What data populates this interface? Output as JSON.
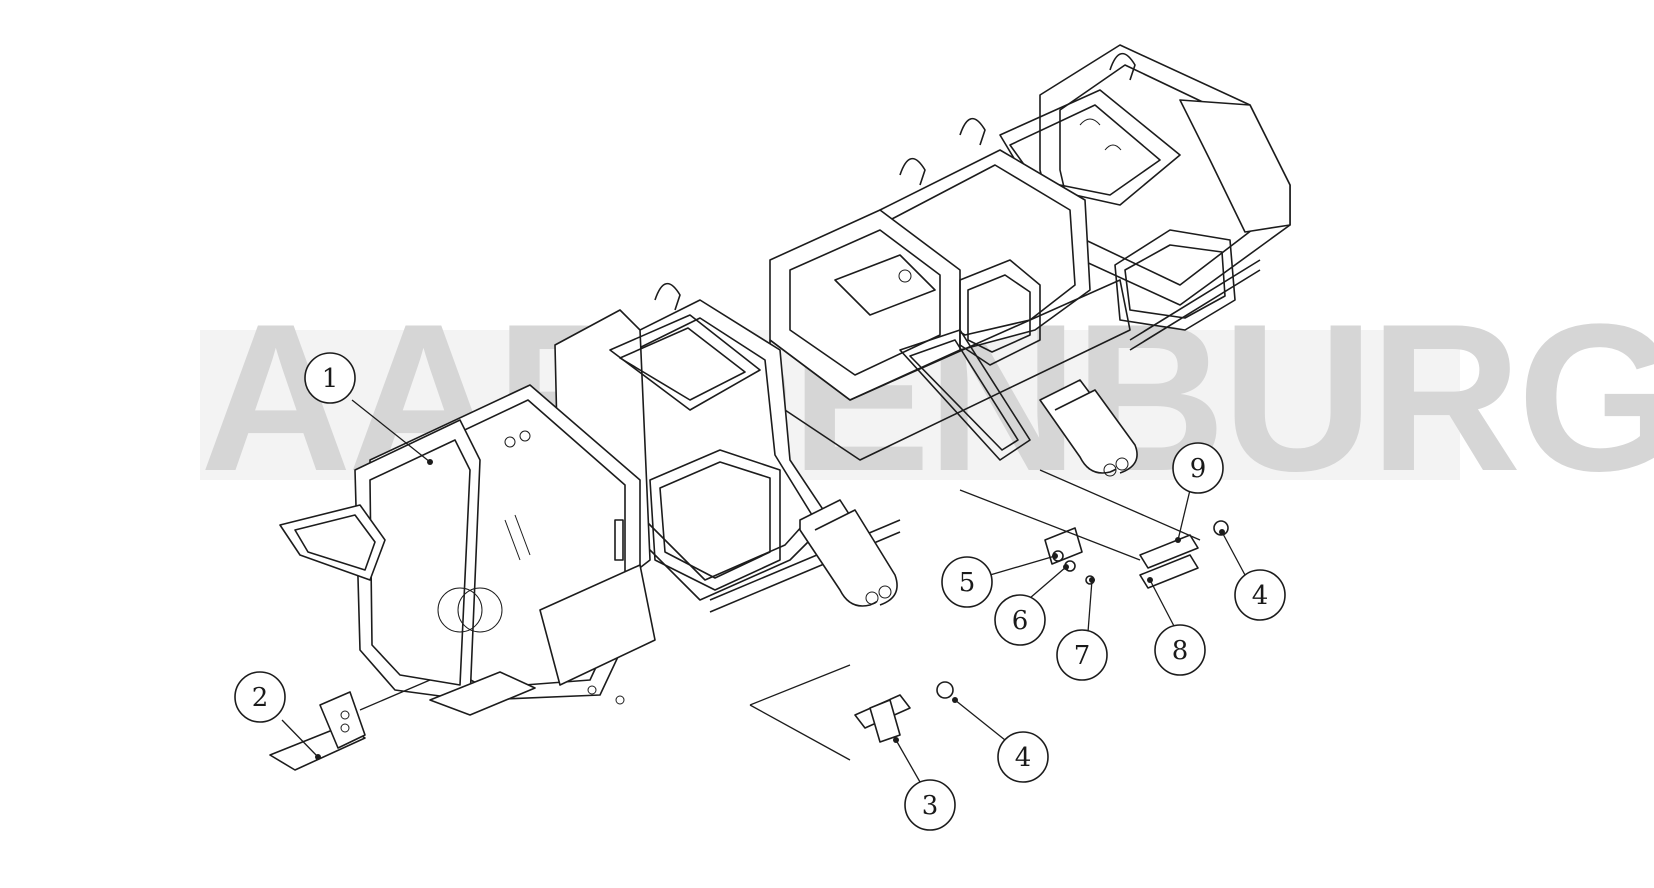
{
  "watermark": {
    "text": "AARDENBURG",
    "color": "#d6d6d6"
  },
  "callouts": [
    {
      "id": "1",
      "label": "1"
    },
    {
      "id": "2",
      "label": "2"
    },
    {
      "id": "3",
      "label": "3"
    },
    {
      "id": "4a",
      "label": "4"
    },
    {
      "id": "4b",
      "label": "4"
    },
    {
      "id": "5",
      "label": "5"
    },
    {
      "id": "6",
      "label": "6"
    },
    {
      "id": "7",
      "label": "7"
    },
    {
      "id": "8",
      "label": "8"
    },
    {
      "id": "9",
      "label": "9"
    }
  ],
  "colors": {
    "line": "#1c1c1c",
    "background": "#ffffff"
  }
}
